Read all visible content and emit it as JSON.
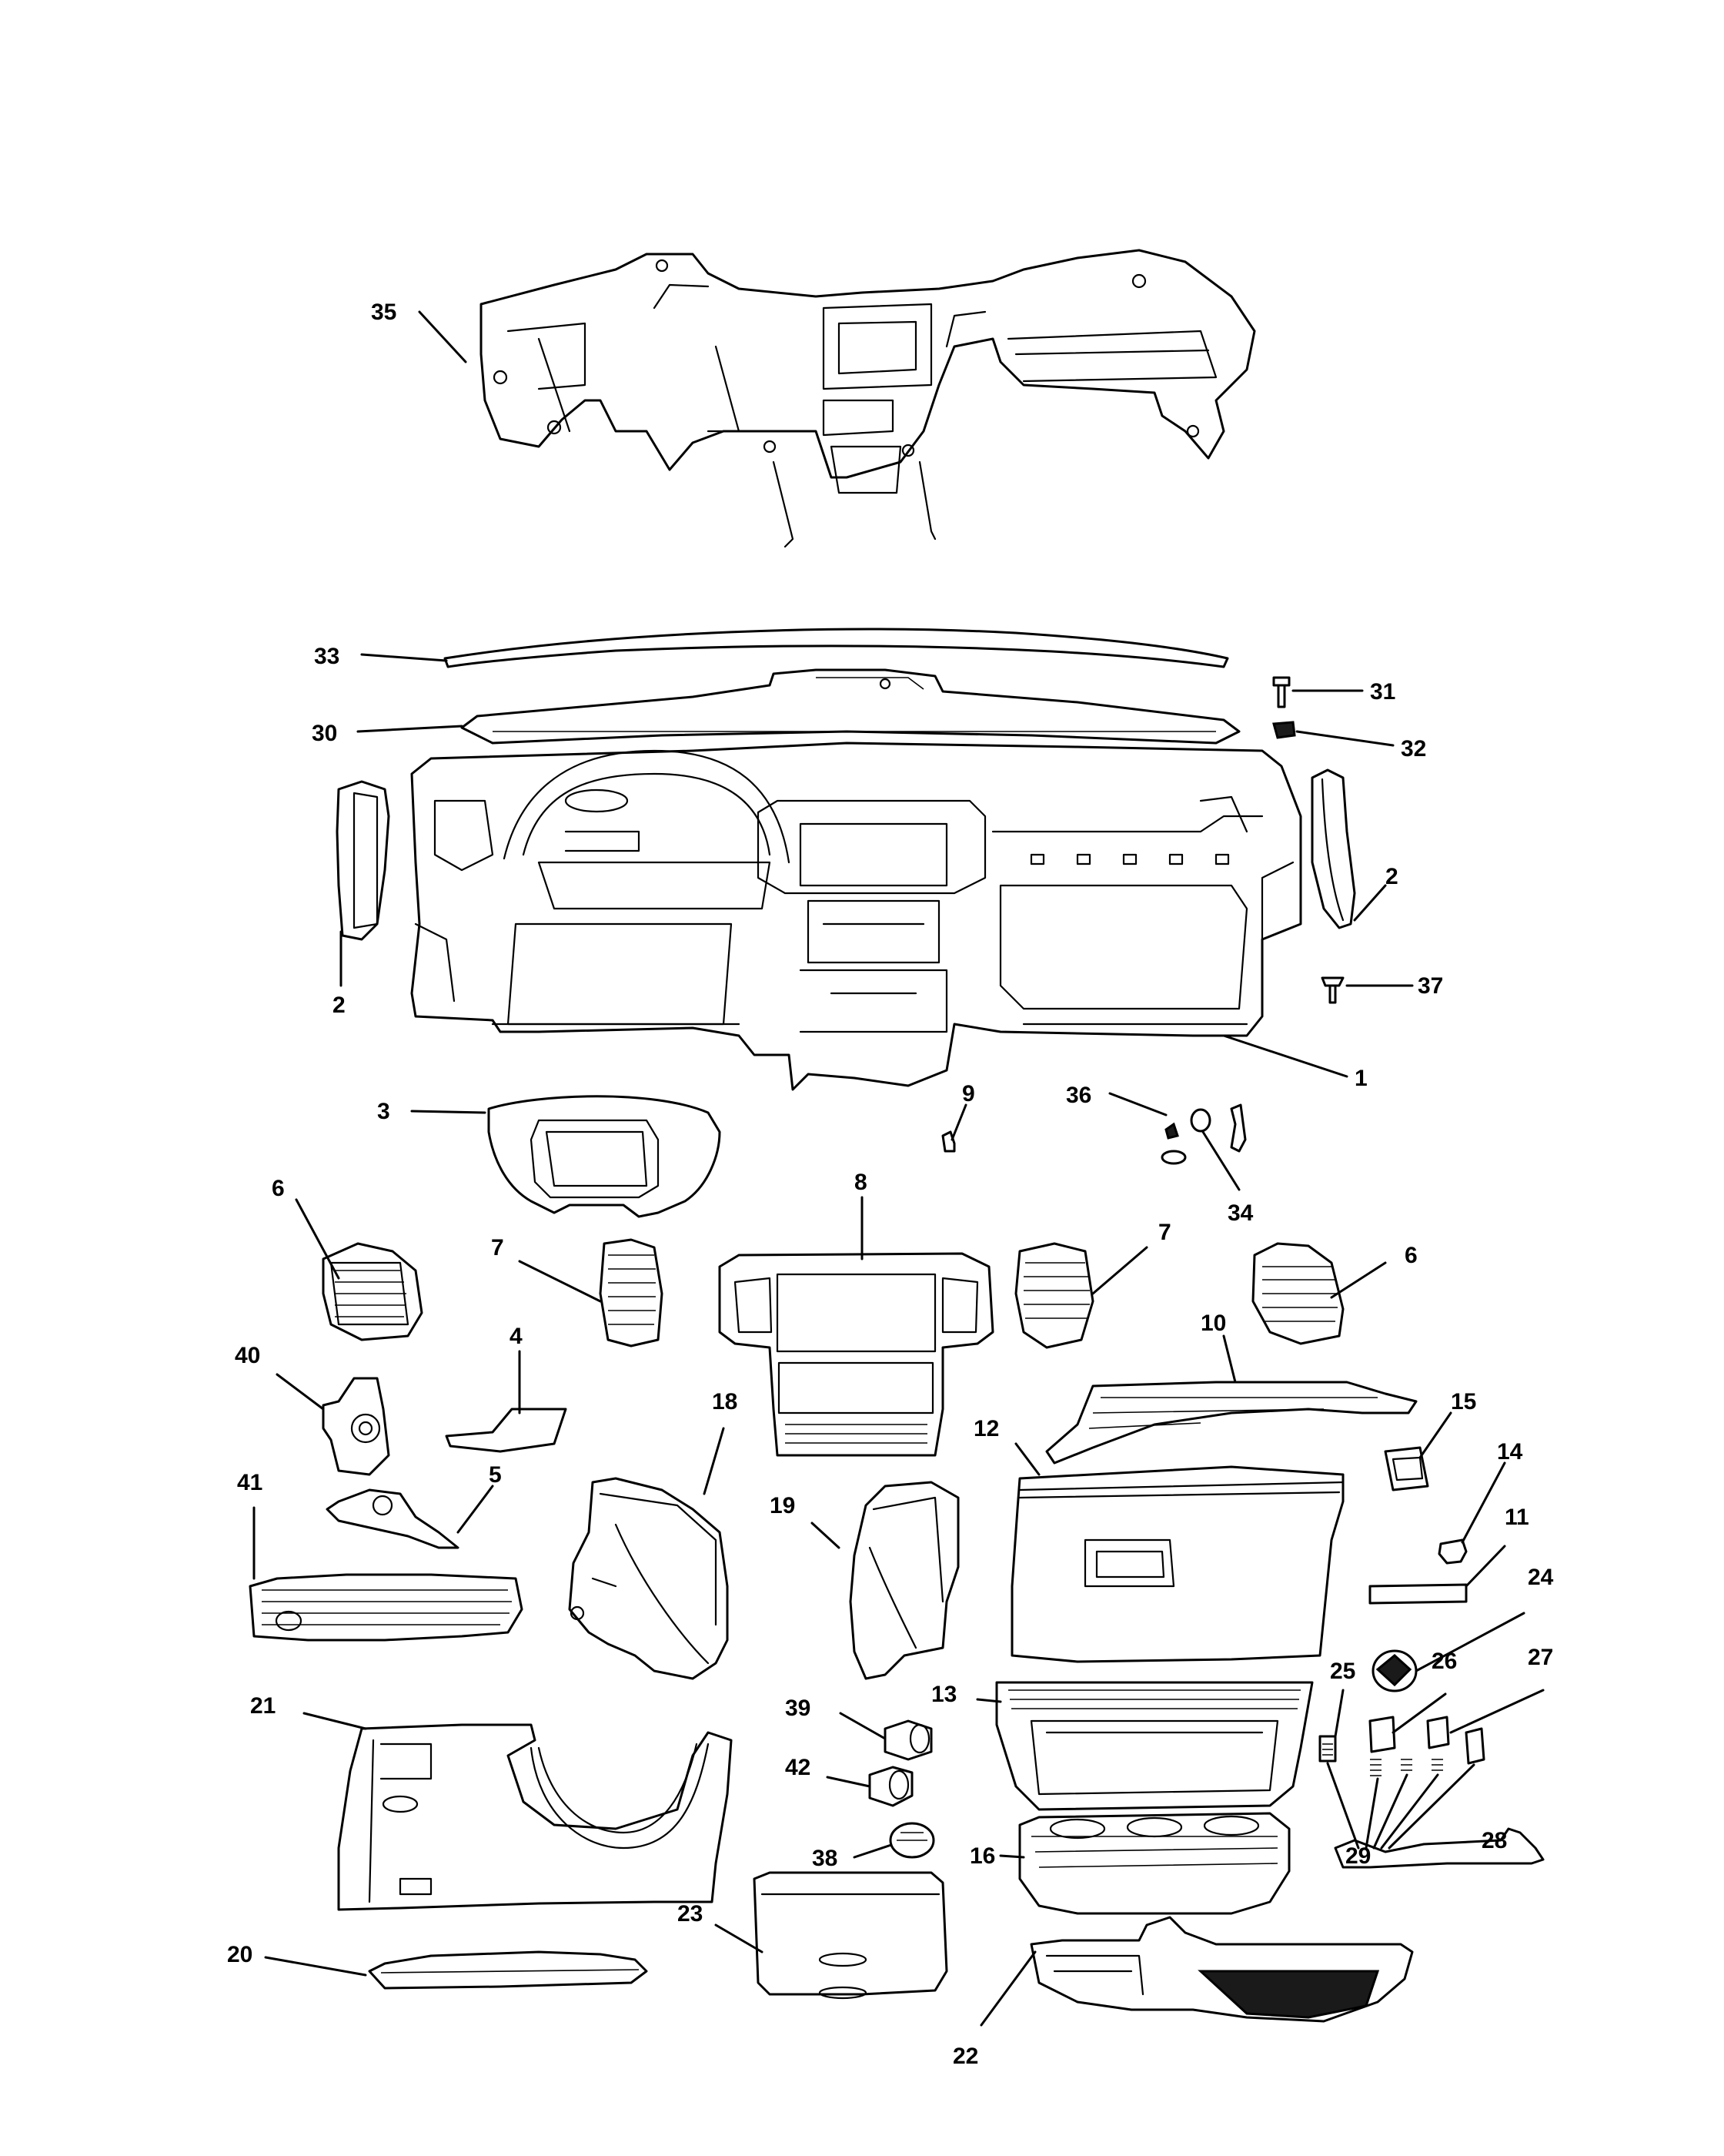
{
  "diagram": {
    "callouts": [
      {
        "id": "1",
        "label": "1"
      },
      {
        "id": "2a",
        "label": "2"
      },
      {
        "id": "2b",
        "label": "2"
      },
      {
        "id": "3",
        "label": "3"
      },
      {
        "id": "4",
        "label": "4"
      },
      {
        "id": "5",
        "label": "5"
      },
      {
        "id": "6a",
        "label": "6"
      },
      {
        "id": "6b",
        "label": "6"
      },
      {
        "id": "7a",
        "label": "7"
      },
      {
        "id": "7b",
        "label": "7"
      },
      {
        "id": "8",
        "label": "8"
      },
      {
        "id": "9",
        "label": "9"
      },
      {
        "id": "10",
        "label": "10"
      },
      {
        "id": "11",
        "label": "11"
      },
      {
        "id": "12",
        "label": "12"
      },
      {
        "id": "13",
        "label": "13"
      },
      {
        "id": "14",
        "label": "14"
      },
      {
        "id": "15",
        "label": "15"
      },
      {
        "id": "16",
        "label": "16"
      },
      {
        "id": "18",
        "label": "18"
      },
      {
        "id": "19",
        "label": "19"
      },
      {
        "id": "20",
        "label": "20"
      },
      {
        "id": "21",
        "label": "21"
      },
      {
        "id": "22",
        "label": "22"
      },
      {
        "id": "23",
        "label": "23"
      },
      {
        "id": "24",
        "label": "24"
      },
      {
        "id": "25",
        "label": "25"
      },
      {
        "id": "26",
        "label": "26"
      },
      {
        "id": "27",
        "label": "27"
      },
      {
        "id": "28",
        "label": "28"
      },
      {
        "id": "29",
        "label": "29"
      },
      {
        "id": "30",
        "label": "30"
      },
      {
        "id": "31",
        "label": "31"
      },
      {
        "id": "32",
        "label": "32"
      },
      {
        "id": "33",
        "label": "33"
      },
      {
        "id": "34",
        "label": "34"
      },
      {
        "id": "35",
        "label": "35"
      },
      {
        "id": "36",
        "label": "36"
      },
      {
        "id": "37",
        "label": "37"
      },
      {
        "id": "38",
        "label": "38"
      },
      {
        "id": "39",
        "label": "39"
      },
      {
        "id": "40",
        "label": "40"
      },
      {
        "id": "41",
        "label": "41"
      },
      {
        "id": "42",
        "label": "42"
      }
    ]
  }
}
